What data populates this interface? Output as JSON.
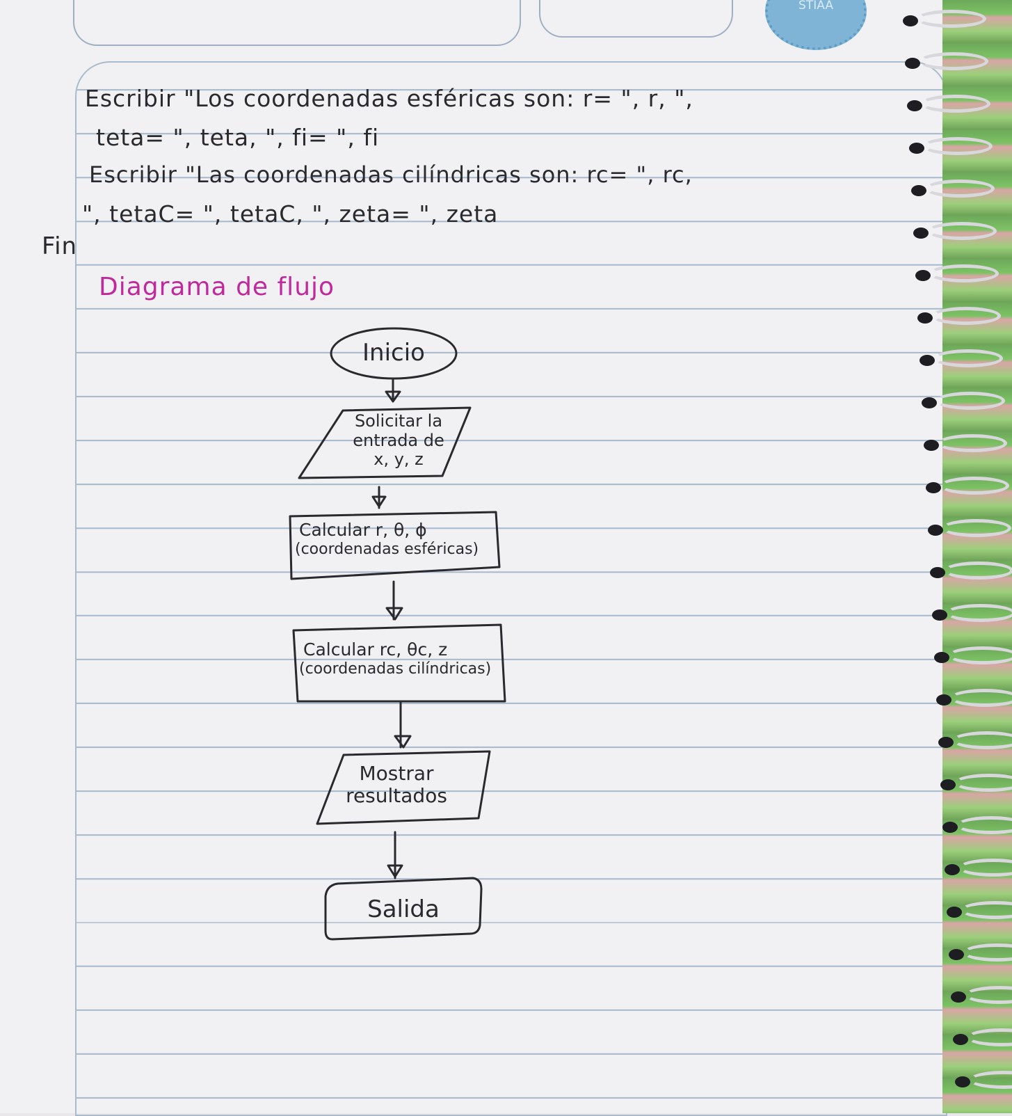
{
  "notebook": {
    "stamp_text": "STIAA",
    "colors": {
      "ink": "#2a2a2e",
      "heading_ink": "#c0299b",
      "ruling": "#a6b9cc",
      "paper": "#f1f0f3"
    }
  },
  "pseudocode": {
    "line1": "Escribir \"Los coordenadas esféricas son: r= \", r, \",",
    "line2": "teta= \", teta, \", fi= \", fi",
    "line3": "Escribir \"Las coordenadas cilíndricas son: rc= \", rc,",
    "line4": "\", tetaC= \", tetaC, \", zeta= \", zeta",
    "line5": "Fin"
  },
  "heading": "Diagrama de flujo",
  "flowchart": {
    "start": "Inicio",
    "input": [
      "Solicitar la",
      "entrada de",
      "x, y, z"
    ],
    "process1": [
      "Calcular r, θ, ϕ",
      "(coordenadas esféricas)"
    ],
    "process2": [
      "Calcular rc, θc, z",
      "(coordenadas cilíndricas)"
    ],
    "output": [
      "Mostrar",
      "resultados"
    ],
    "end": "Salida"
  }
}
